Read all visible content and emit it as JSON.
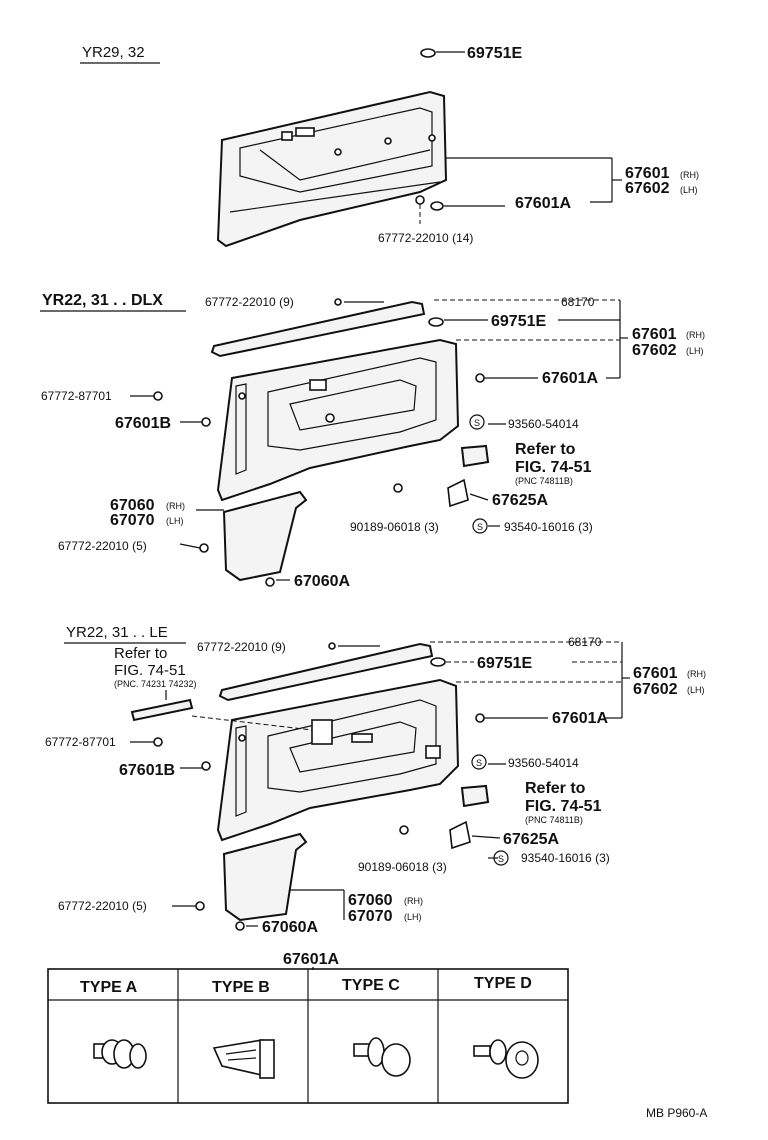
{
  "sections": {
    "s1": {
      "header": "YR29, 32",
      "labels": {
        "p69751e": "69751E",
        "p67601": "67601",
        "p67601_rh": "(RH)",
        "p67602": "67602",
        "p67602_lh": "(LH)",
        "p67601a": "67601A",
        "p67772_22010": "67772-22010 (14)"
      }
    },
    "s2": {
      "header": "YR22, 31 . . DLX",
      "labels": {
        "p67772_22010_9": "67772-22010 (9)",
        "p68170": "68170",
        "p69751e": "69751E",
        "p67601": "67601",
        "p67601_rh": "(RH)",
        "p67602": "67602",
        "p67602_lh": "(LH)",
        "p67601a": "67601A",
        "p67772_87701": "67772-87701",
        "p67601b": "67601B",
        "p93560": "93560-54014",
        "refer1": "Refer to",
        "refer2": "FIG. 74-51",
        "refer3": "(PNC 74811B)",
        "p67625a": "67625A",
        "p67060": "67060",
        "p67060_rh": "(RH)",
        "p67070": "67070",
        "p67070_lh": "(LH)",
        "p90189": "90189-06018 (3)",
        "p93540": "93540-16016 (3)",
        "p67772_22010_5": "67772-22010 (5)",
        "p67060a": "67060A",
        "s_symbol": "S"
      }
    },
    "s3": {
      "header": "YR22, 31 . . LE",
      "labels": {
        "refer_a1": "Refer to",
        "refer_a2": "FIG. 74-51",
        "refer_a3": "(PNC. 74231 74232)",
        "p67772_22010_9": "67772-22010 (9)",
        "p68170": "68170",
        "p69751e": "69751E",
        "p67601": "67601",
        "p67601_rh": "(RH)",
        "p67602": "67602",
        "p67602_lh": "(LH)",
        "p67601a": "67601A",
        "p67772_87701": "67772-87701",
        "p67601b": "67601B",
        "p93560": "93560-54014",
        "refer_b1": "Refer to",
        "refer_b2": "FIG. 74-51",
        "refer_b3": "(PNC 74811B)",
        "p67625a": "67625A",
        "p90189": "90189-06018 (3)",
        "p93540": "93540-16016 (3)",
        "p67772_22010_5": "67772-22010 (5)",
        "p67060a": "67060A",
        "p67060": "67060",
        "p67060_rh": "(RH)",
        "p67070": "67070",
        "p67070_lh": "(LH)",
        "s_symbol": "S"
      }
    }
  },
  "types_table": {
    "title": "67601A",
    "columns": [
      "TYPE A",
      "TYPE B",
      "TYPE C",
      "TYPE D"
    ]
  },
  "footer": "MB  P960-A"
}
